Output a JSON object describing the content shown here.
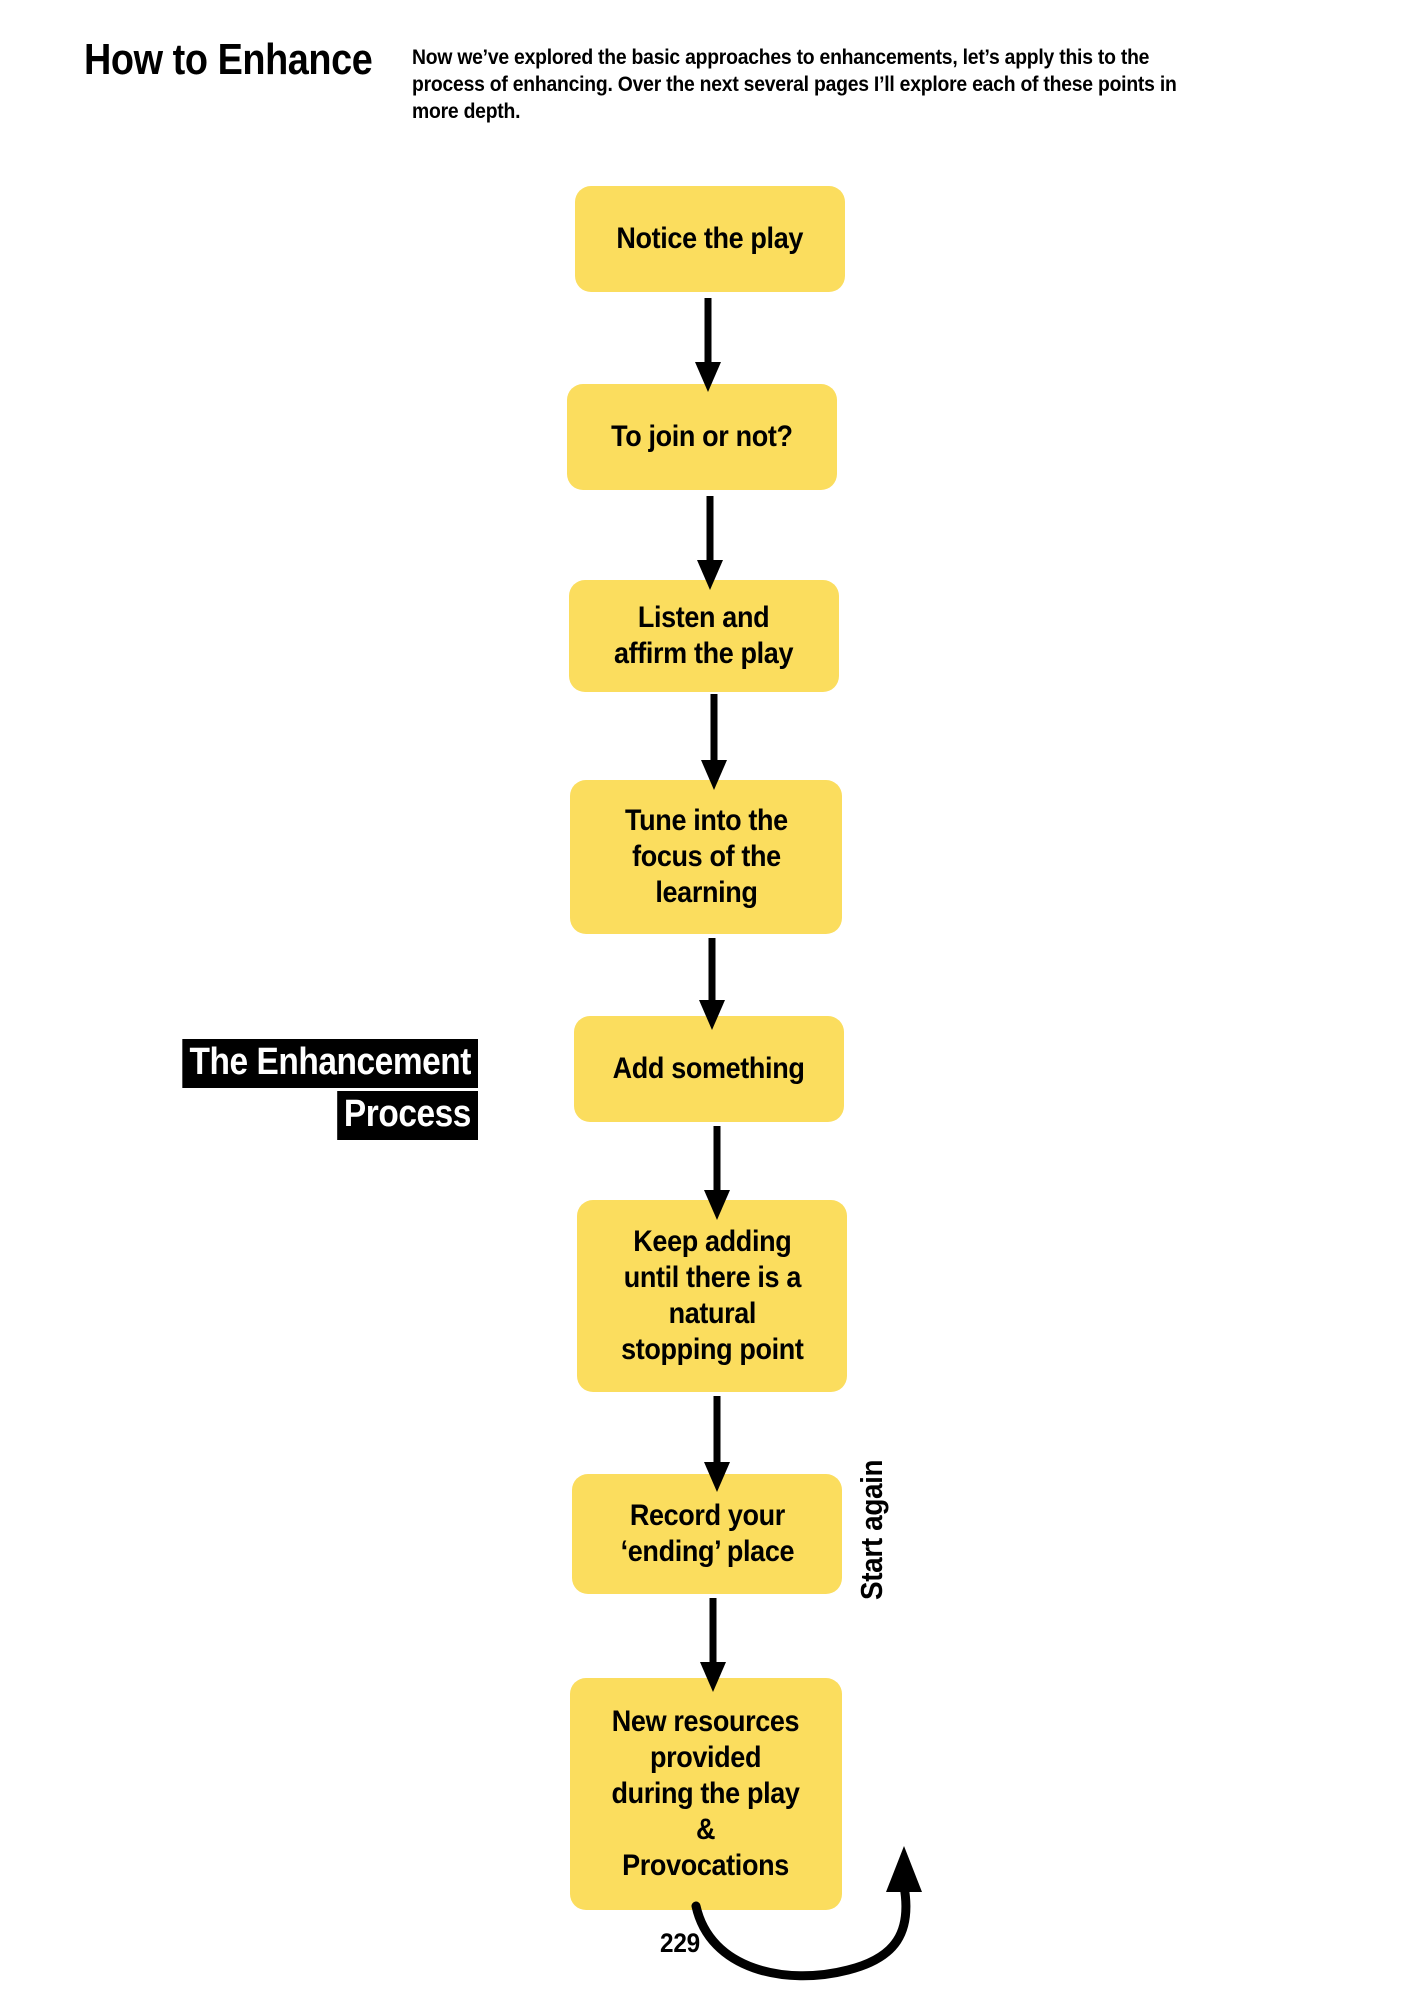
{
  "header": {
    "title": "How to Enhance",
    "intro": "Now we’ve explored the basic approaches to enhancements, let’s apply this to the process of enhancing. Over the next several pages I’ll explore each of these points in more depth."
  },
  "side_label": {
    "line1": "The Enhancement",
    "line2": "Process"
  },
  "colors": {
    "box_fill": "#FBDD5E",
    "ink": "#000000",
    "paper": "#FFFFFF"
  },
  "chart_data": {
    "type": "diagram",
    "title": "The Enhancement Process",
    "orientation": "vertical-flowchart",
    "nodes": [
      {
        "id": 1,
        "label": "Notice the play"
      },
      {
        "id": 2,
        "label": "To join or not?"
      },
      {
        "id": 3,
        "label": "Listen and\naffirm the play"
      },
      {
        "id": 4,
        "label": "Tune into the\nfocus of the\nlearning"
      },
      {
        "id": 5,
        "label": "Add something"
      },
      {
        "id": 6,
        "label": "Keep adding\nuntil there is a\nnatural\nstopping point"
      },
      {
        "id": 7,
        "label": "Record your\n‘ending’ place"
      },
      {
        "id": 8,
        "label": "New resources\nprovided\nduring the play\n&\nProvocations"
      }
    ],
    "edges": [
      {
        "from": 1,
        "to": 2,
        "label": ""
      },
      {
        "from": 2,
        "to": 3,
        "label": ""
      },
      {
        "from": 3,
        "to": 4,
        "label": ""
      },
      {
        "from": 4,
        "to": 5,
        "label": ""
      },
      {
        "from": 5,
        "to": 6,
        "label": ""
      },
      {
        "from": 6,
        "to": 7,
        "label": ""
      },
      {
        "from": 7,
        "to": 8,
        "label": ""
      },
      {
        "from": 8,
        "to": 1,
        "label": "Start again",
        "style": "curved-loop"
      }
    ]
  },
  "loop": {
    "label": "Start again"
  },
  "footer": {
    "page_number": "229"
  }
}
